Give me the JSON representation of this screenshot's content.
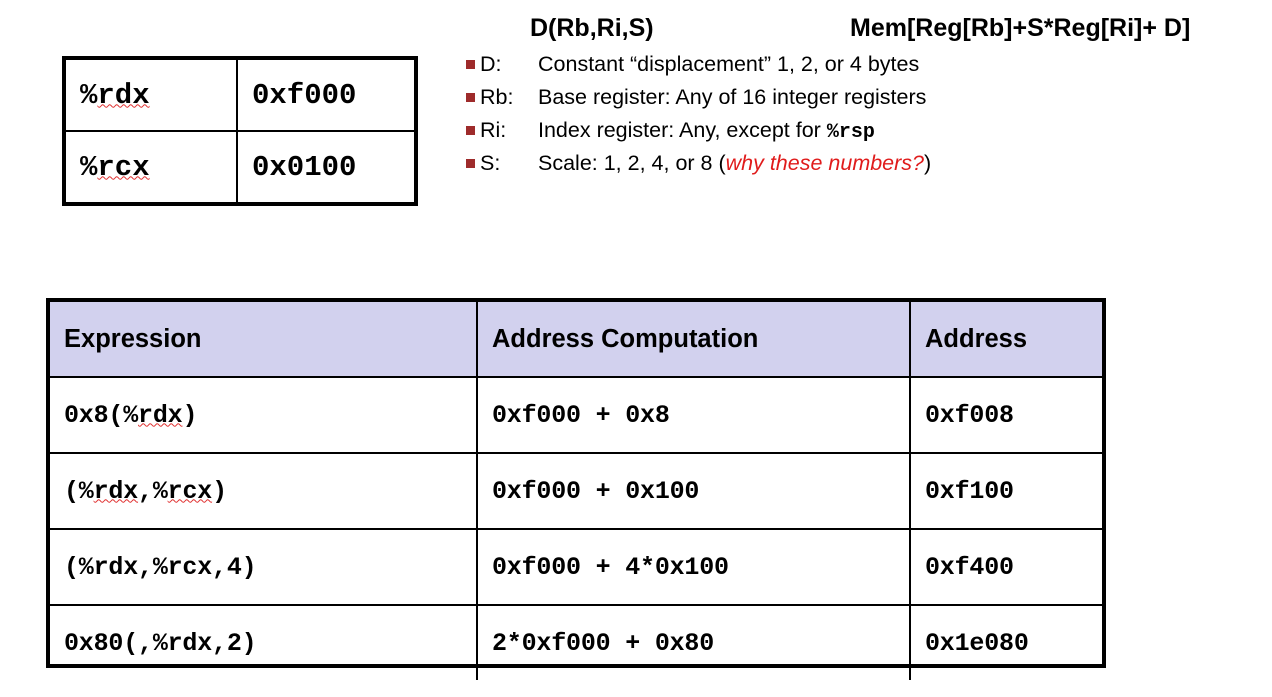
{
  "registers": {
    "rows": [
      {
        "name": "%rdx",
        "name_prefix": "%",
        "name_body": "rdx",
        "value": "0xf000"
      },
      {
        "name": "%rcx",
        "name_prefix": "%",
        "name_body": "rcx",
        "value": "0x0100"
      }
    ]
  },
  "legend": {
    "form_syntax": "D(Rb,Ri,S)",
    "form_meaning": "Mem[Reg[Rb]+S*Reg[Ri]+ D]",
    "items": [
      {
        "key": "D:",
        "desc": "Constant “displacement” 1, 2, or 4 bytes"
      },
      {
        "key": "Rb:",
        "desc": "Base register: Any of 16 integer registers"
      },
      {
        "key": "Ri:",
        "desc_before": "Index register: Any, except for ",
        "desc_mono": "%rsp",
        "desc_after": ""
      },
      {
        "key": "S:",
        "desc_before": "Scale: 1, 2, 4, or 8 (",
        "desc_note": "why these numbers?",
        "desc_after": ")"
      }
    ]
  },
  "expression_table": {
    "headers": [
      "Expression",
      "Address Computation",
      "Address"
    ],
    "rows": [
      {
        "expression_parts": [
          {
            "t": "0x8(%",
            "sq": false
          },
          {
            "t": "rdx",
            "sq": true
          },
          {
            "t": ")",
            "sq": false
          }
        ],
        "expression": "0x8(%rdx)",
        "computation": "0xf000 + 0x8",
        "address": "0xf008"
      },
      {
        "expression_parts": [
          {
            "t": "(%",
            "sq": false
          },
          {
            "t": "rdx",
            "sq": true
          },
          {
            "t": ",%",
            "sq": false
          },
          {
            "t": "rcx",
            "sq": true
          },
          {
            "t": ")",
            "sq": false
          }
        ],
        "expression": "(%rdx,%rcx)",
        "computation": "0xf000 + 0x100",
        "address": "0xf100"
      },
      {
        "expression_parts": [
          {
            "t": "(%rdx,%rcx,4)",
            "sq": false
          }
        ],
        "expression": "(%rdx,%rcx,4)",
        "computation": "0xf000 + 4*0x100",
        "address": "0xf400"
      },
      {
        "expression_parts": [
          {
            "t": "0x80(,%rdx,2)",
            "sq": false
          }
        ],
        "expression": "0x80(,%rdx,2)",
        "computation": "2*0xf000 + 0x80",
        "address": "0x1e080"
      }
    ]
  },
  "colors": {
    "header_fill": "#d2d1ee",
    "bullet": "#9e2b2b",
    "note_red": "#e01b1b",
    "spellcheck_red": "#e03030",
    "border": "#000000"
  }
}
